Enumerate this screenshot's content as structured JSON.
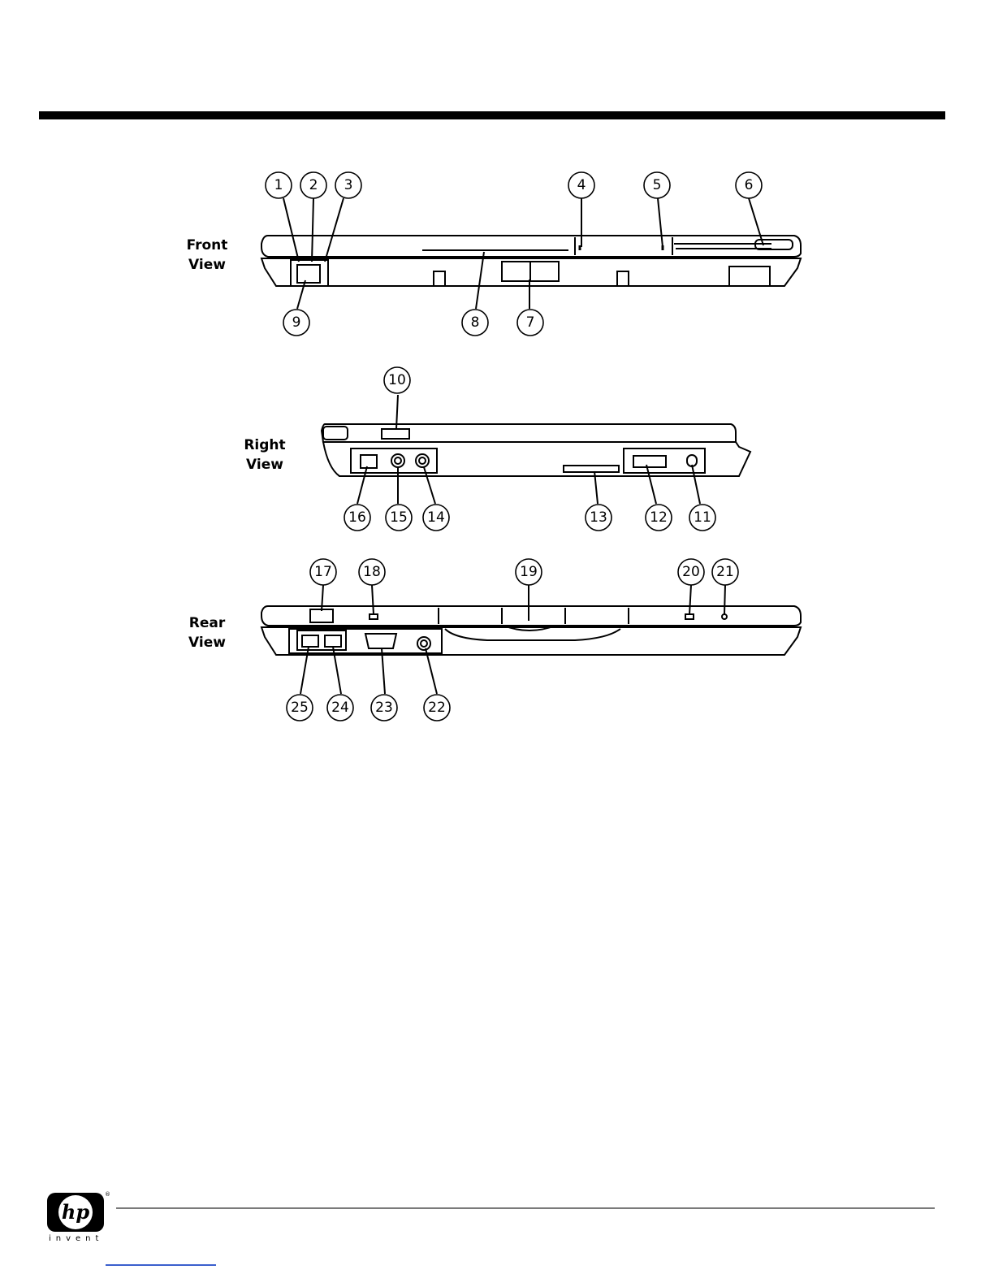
{
  "views": [
    {
      "id": "front",
      "label_line1": "Front",
      "label_line2": "View"
    },
    {
      "id": "right",
      "label_line1": "Right",
      "label_line2": "View"
    },
    {
      "id": "rear",
      "label_line1": "Rear",
      "label_line2": "View"
    }
  ],
  "callouts": {
    "front": [
      "1",
      "2",
      "3",
      "4",
      "5",
      "6",
      "7",
      "8",
      "9"
    ],
    "right": [
      "10",
      "11",
      "12",
      "13",
      "14",
      "15",
      "16"
    ],
    "rear": [
      "17",
      "18",
      "19",
      "20",
      "21",
      "22",
      "23",
      "24",
      "25"
    ]
  },
  "footer": {
    "logo_text": "hp",
    "logo_mark": "®",
    "tagline": "invent"
  },
  "colors": {
    "rule": "#000000",
    "footer_rule": "#7a7a7a",
    "link_underline": "#3a5fcd"
  }
}
